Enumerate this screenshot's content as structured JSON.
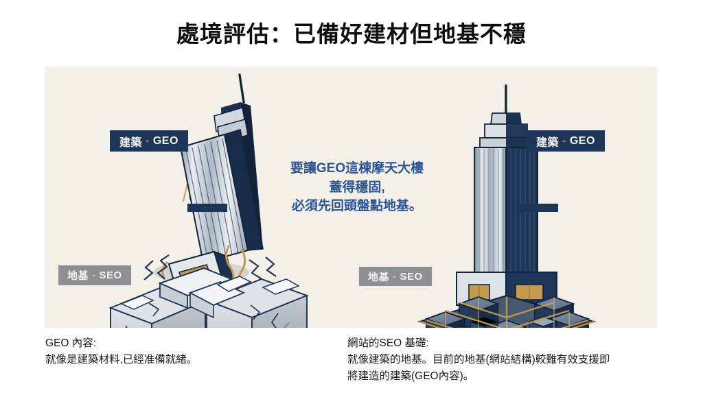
{
  "slide": {
    "title": "處境評估：已備好建材但地基不穩",
    "background": "#ffffff",
    "panel_background": "#f4efe7"
  },
  "center_note": {
    "line1": "要讓GEO這棟摩天大樓",
    "line2": "蓋得穩固,",
    "line3": "必須先回頭盤點地基。",
    "color": "#2a5596"
  },
  "illustration": {
    "left": {
      "scene": "tilting skyscraper sinking into cracked concrete foundation",
      "building_label": "建築",
      "building_value": "GEO",
      "separator": "-",
      "foundation_label": "地基",
      "foundation_value": "SEO",
      "label_color_building": "#1d3557",
      "label_color_foundation": "#8c8f93"
    },
    "right": {
      "scene": "upright skyscraper on solid modular cube lattice foundation",
      "building_label": "建築",
      "building_value": "GEO",
      "separator": "-",
      "foundation_label": "地基",
      "foundation_value": "SEO",
      "label_color_building": "#1d3557",
      "label_color_foundation": "#8c8f93"
    },
    "accent_gold": "#c49a4e",
    "navy": "#1d3557",
    "concrete": "#c9ccd1"
  },
  "captions": {
    "left": {
      "heading": "GEO 內容:",
      "body_line1": "就像是建築材料,已經准備就緒。"
    },
    "right": {
      "heading": "網站的SEO 基礎:",
      "body_line1": "就像建築的地基。目前的地基(網站結構)較難有效支援即",
      "body_line2": "將建造的建築(GEO內容)。"
    }
  }
}
